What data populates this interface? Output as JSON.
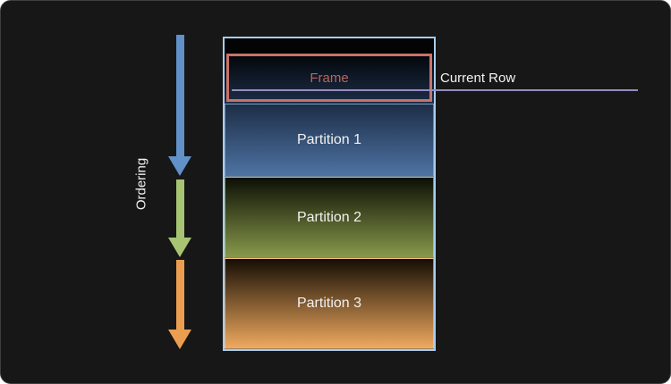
{
  "diagram": {
    "ordering_label": "Ordering",
    "frame_label": "Frame",
    "current_row_label": "Current Row",
    "partitions": [
      {
        "label": "Partition 1"
      },
      {
        "label": "Partition 2"
      },
      {
        "label": "Partition 3"
      }
    ],
    "colors": {
      "background": "#171717",
      "container_outline": "#a9cced",
      "frame_outline": "#c97368",
      "frame_text": "#b8655c",
      "current_row_line": "#968cc0",
      "partition1_top": "#1d2e47",
      "partition1_bottom": "#4e73a3",
      "partition2_top": "#0c1004",
      "partition2_bottom": "#87994b",
      "partition3_top": "#150e04",
      "partition3_bottom": "#f0a95f",
      "arrow_blue": "#6191c8",
      "arrow_green": "#a6c472",
      "arrow_orange": "#eb9e50"
    }
  }
}
